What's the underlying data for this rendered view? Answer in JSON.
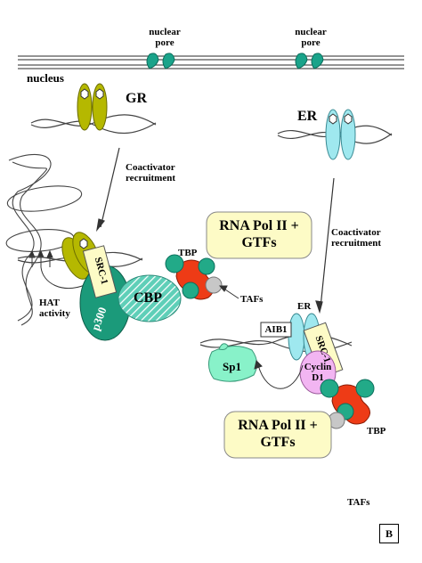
{
  "labels": {
    "nuclear_pore_1": "nuclear\npore",
    "nuclear_pore_2": "nuclear\npore",
    "nucleus": "nucleus",
    "gr": "GR",
    "er_top": "ER",
    "coactivator_left": "Coactivator\nrecruitment",
    "coactivator_right": "Coactivator\nrecruitment",
    "rna_pol_1": "RNA Pol II +\nGTFs",
    "rna_pol_2": "RNA Pol II +\nGTFs",
    "tbp_1": "TBP",
    "tbp_2": "TBP",
    "tafs_1": "TAFs",
    "tafs_2": "TAFs",
    "src1_left": "SRC-1",
    "src1_right": "SRC-1",
    "cbp": "CBP",
    "p300": "p300",
    "hat": "HAT\nactivity",
    "er_bottom": "ER",
    "aib1": "AIB1",
    "sp1": "Sp1",
    "cyclin": "Cyclin\nD1",
    "panel": "B"
  },
  "colors": {
    "gr": "#b5b800",
    "er": "#9fe8ef",
    "pore": "#1aa38a",
    "src1": "#fdfbc6",
    "p300": "#1b9a7a",
    "cbp": "#5fcfb8",
    "tbp": "#ee3b16",
    "taf_ball": "#22aa88",
    "taf_gray": "#c7c7c7",
    "rna_box": "#fdfbc6",
    "sp1": "#88f2c9",
    "cyclin": "#f2b5f2"
  }
}
